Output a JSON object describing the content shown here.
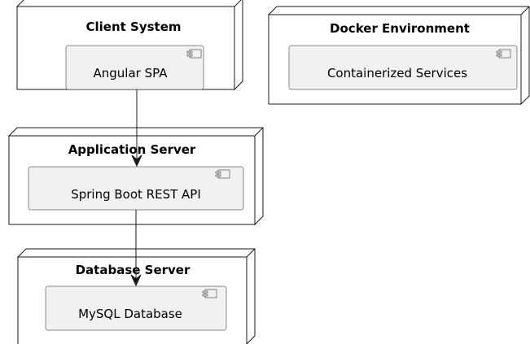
{
  "nodes": {
    "client": {
      "title": "Client System",
      "component": "Angular SPA"
    },
    "docker": {
      "title": "Docker Environment",
      "component": "Containerized Services"
    },
    "app": {
      "title": "Application Server",
      "component": "Spring Boot REST API"
    },
    "db": {
      "title": "Database Server",
      "component": "MySQL Database"
    }
  },
  "colors": {
    "component_fill": "#f1f1f1",
    "stroke": "#181818",
    "background": "#ffffff"
  },
  "icons": {
    "component": "component-icon"
  }
}
